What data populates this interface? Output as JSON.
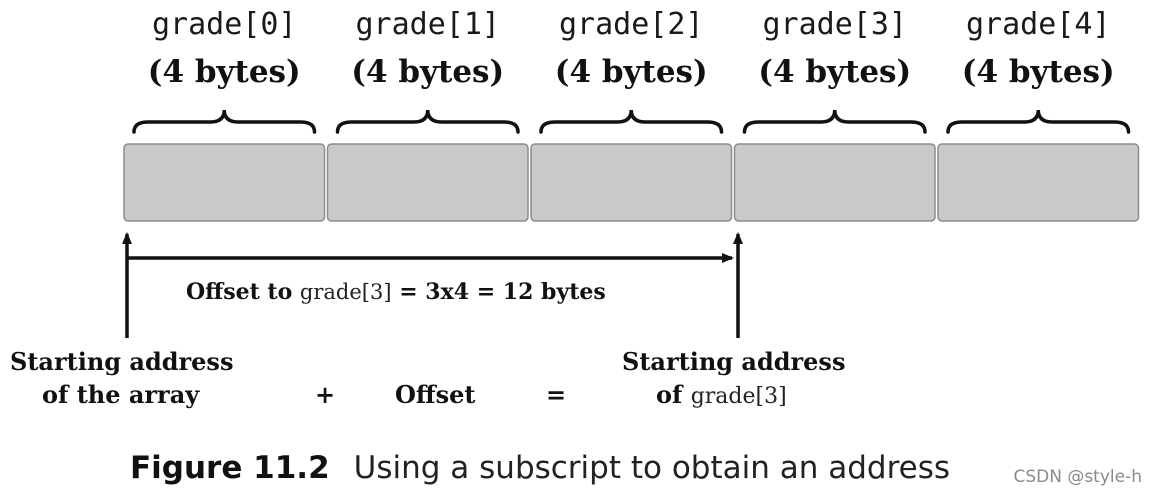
{
  "cells": [
    {
      "name": "grade[0]",
      "size": "(4 bytes)"
    },
    {
      "name": "grade[1]",
      "size": "(4 bytes)"
    },
    {
      "name": "grade[2]",
      "size": "(4 bytes)"
    },
    {
      "name": "grade[3]",
      "size": "(4 bytes)"
    },
    {
      "name": "grade[4]",
      "size": "(4 bytes)"
    }
  ],
  "offset_label": {
    "prefix": "Offset to ",
    "element": "grade[3]",
    "suffix": " = 3x4 = 12 bytes"
  },
  "equation": {
    "start_line1": "Starting address",
    "start_line2": "of the array",
    "plus": "+",
    "offset": "Offset",
    "equals": "=",
    "result_line1": "Starting address",
    "result_line2_prefix": "of ",
    "result_line2_element": "grade[3]"
  },
  "caption": {
    "number": "Figure 11.2",
    "text": "Using a subscript to obtain an address"
  },
  "watermark": "CSDN @style-h",
  "colors": {
    "cell_fill": "#c9c9c9",
    "cell_stroke": "#8c8c8c",
    "ink": "#111111"
  }
}
